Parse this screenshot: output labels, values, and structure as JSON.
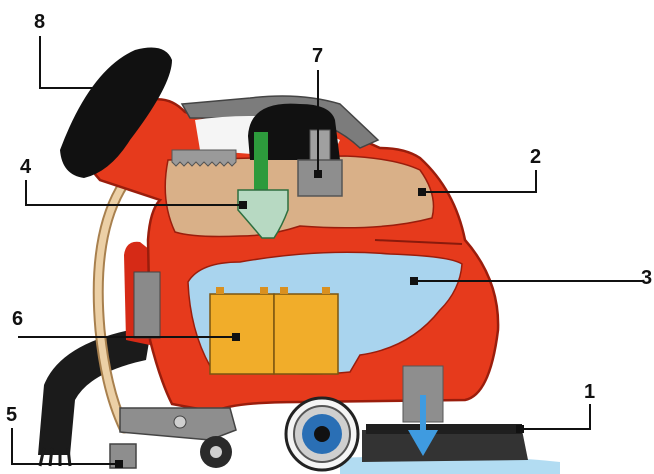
{
  "callouts": [
    {
      "id": "1",
      "label": "1"
    },
    {
      "id": "2",
      "label": "2"
    },
    {
      "id": "3",
      "label": "3"
    },
    {
      "id": "4",
      "label": "4"
    },
    {
      "id": "5",
      "label": "5"
    },
    {
      "id": "6",
      "label": "6"
    },
    {
      "id": "7",
      "label": "7"
    },
    {
      "id": "8",
      "label": "8"
    }
  ],
  "colors": {
    "body": "#e63a1c",
    "body_outline": "#8a1a0c",
    "clean_tank": "#d9b088",
    "dirty_tank": "#a9d4ee",
    "battery": "#f1ad2a",
    "motor": "#111111",
    "pump": "#8e8e8e",
    "valve": "#2d9a3c",
    "floor_water": "#7fc4e8",
    "hose": "#e9c79a",
    "squeegee": "#1b1b1b",
    "wheel_blue": "#2a6fb5",
    "arrow": "#3f9be0"
  }
}
